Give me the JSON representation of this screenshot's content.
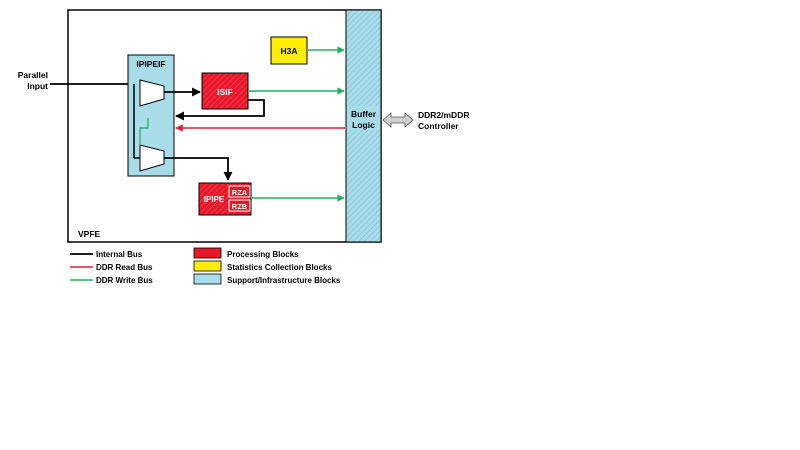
{
  "diagram": {
    "vpfe_label": "VPFE",
    "parallel_input": [
      "Parallel",
      "Input"
    ],
    "ipipeif_label": "IPIPEIF",
    "isif_label": "ISIF",
    "h3a_label": "H3A",
    "ipipe_label": "IPIPE",
    "rza_label": "RZA",
    "rzb_label": "RZB",
    "buffer_logic": [
      "Buffer",
      "Logic"
    ],
    "ddr_controller": [
      "DDR2/mDDR",
      "Controller"
    ]
  },
  "legend": {
    "lines": [
      {
        "label": "Internal Bus",
        "color": "#000000"
      },
      {
        "label": "DDR Read Bus",
        "color": "#e0203a"
      },
      {
        "label": "DDR Write Bus",
        "color": "#20b060"
      }
    ],
    "blocks": [
      {
        "label": "Processing Blocks",
        "color": "#e8182a"
      },
      {
        "label": "Statistics Collection Blocks",
        "color": "#ffee00"
      },
      {
        "label": "Support/Infrastructure Blocks",
        "color": "#a8dce8"
      }
    ]
  },
  "colors": {
    "processing": "#e8182a",
    "statistics": "#ffee00",
    "support": "#a8dce8",
    "internal_bus": "#000000",
    "read_bus": "#e0203a",
    "write_bus": "#20b060"
  }
}
